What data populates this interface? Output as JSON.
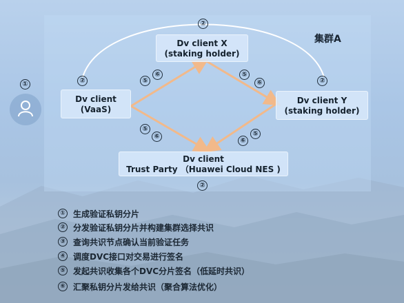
{
  "cluster_label": "集群A",
  "nodes": {
    "x": {
      "line1": "Dv client X",
      "line2": "(staking holder)"
    },
    "vaas": {
      "line1": "Dv client",
      "line2": "(VaaS)"
    },
    "y": {
      "line1": "Dv client Y",
      "line2": "(staking holder)"
    },
    "trust": {
      "line1": "Dv client",
      "line2": "Trust Party （Huawei Cloud NES )"
    }
  },
  "markers": {
    "one": "①",
    "two": "②",
    "five": "⑤",
    "six": "⑥"
  },
  "legend": [
    {
      "num": "①",
      "text": "生成验证私钥分片"
    },
    {
      "num": "②",
      "text": "分发验证私钥分片并构建集群选择共识"
    },
    {
      "num": "③",
      "text": "查询共识节点确认当前验证任务"
    },
    {
      "num": "④",
      "text": "调度DVC接口对交易进行签名"
    },
    {
      "num": "⑤",
      "text": "发起共识收集各个DVC分片签名（低延时共识）"
    },
    {
      "num": "⑥",
      "text": "汇聚私钥分片发给共识（聚合算法优化）"
    }
  ],
  "colors": {
    "arrow": "#f2b98a",
    "arc": "#ffffff",
    "panel": "#c4dcf6"
  },
  "icons": {
    "user": "user-icon"
  }
}
